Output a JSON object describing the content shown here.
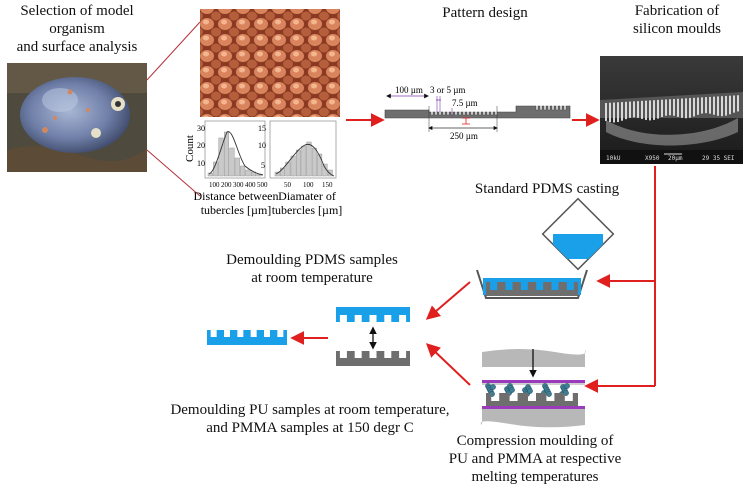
{
  "steps": {
    "selection": [
      "Selection of model",
      "organism",
      "and surface analysis"
    ],
    "pattern": "Pattern design",
    "fabrication": [
      "Fabrication of",
      "silicon moulds"
    ],
    "pdms_casting": "Standard PDMS casting",
    "demould_pdms": [
      "Demoulding PDMS samples",
      "at room temperature"
    ],
    "demould_pu": [
      "Demoulding PU samples at room temperature,",
      "and PMMA samples at 150 degr C"
    ],
    "compression": [
      "Compression moulding of",
      "PU and PMMA at respective",
      "melting temperatures"
    ]
  },
  "histograms": {
    "left": {
      "ylabel": "Count",
      "yticks": [
        "10",
        "20",
        "30"
      ],
      "xticks": [
        "100",
        "200",
        "300",
        "400",
        "500"
      ],
      "caption": [
        "Distance between",
        "tubercles [µm]"
      ]
    },
    "right": {
      "yticks": [
        "5",
        "10",
        "15"
      ],
      "xticks": [
        "50",
        "100",
        "150"
      ],
      "caption": [
        "Diamater of",
        "tubercles [µm]"
      ]
    }
  },
  "pattern_dims": {
    "d1": "100 µm",
    "d2": "3 or 5 µm",
    "d3": "7.5 µm",
    "d4": "250 µm"
  },
  "sem_scale": [
    "10kU",
    "X950",
    "20µm",
    "29 35 SEI"
  ],
  "colors": {
    "arrow": "#e0201e",
    "pdms": "#1aa0e8",
    "mould": "#6e6e6e",
    "purple": "#9a3bbd",
    "connector": "#b5323a"
  }
}
